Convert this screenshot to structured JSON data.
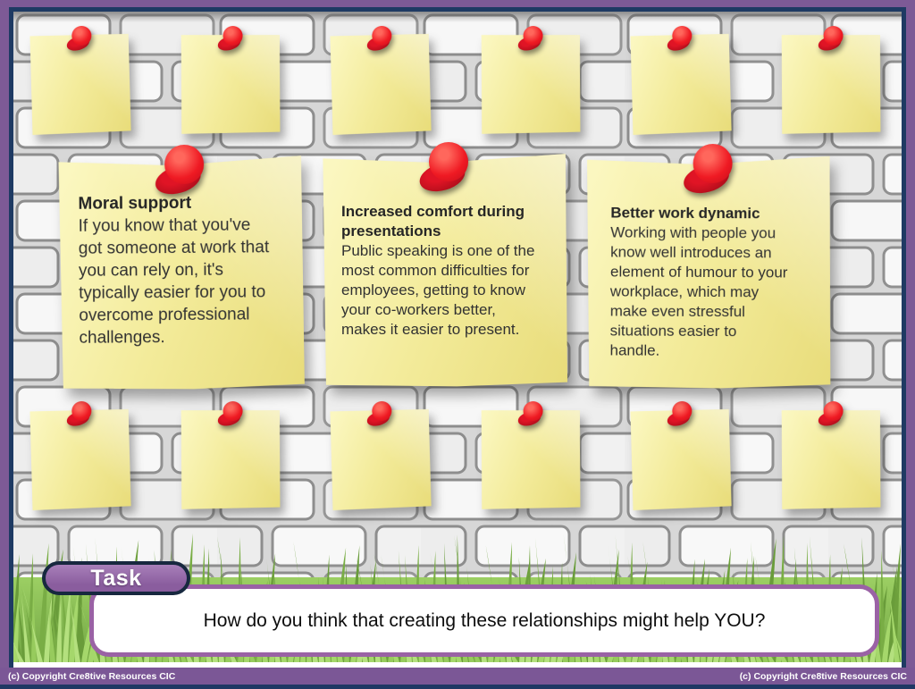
{
  "task": {
    "label": "Task"
  },
  "question": {
    "text": "How do you think that creating these relationships might help YOU?"
  },
  "footer": {
    "left": "(c) Copyright Cre8tive Resources CIC",
    "right": "(c) Copyright Cre8tive Resources CIC"
  },
  "notes": [
    {
      "title": "Moral support",
      "body": "If you know that you've got someone at work that you can rely on, it's typically easier for you to overcome professional challenges."
    },
    {
      "title": "Increased comfort during presentations",
      "body": "Public speaking is one of the most common difficulties for employees, getting to know your co-workers better, makes it easier to present."
    },
    {
      "title": "Better work dynamic",
      "body": "Working with people you know well introduces an element of humour to your workplace, which may make even stressful situations easier to handle."
    }
  ],
  "decor": {
    "top_blank_notes": 6,
    "bottom_blank_notes": 6,
    "pin_icon": "red-push-pin"
  },
  "colors": {
    "border_purple": "#7d5a96",
    "inner_border_navy": "#1f3864",
    "note_yellow": "#f3eb9a",
    "pin_red": "#ef1a23",
    "grass_green": "#8cc152",
    "brick_fill": "#f5f5f5",
    "brick_mortar": "#d7d7d7",
    "task_fill": "#8a5d9e",
    "question_border": "#9a62a5"
  }
}
